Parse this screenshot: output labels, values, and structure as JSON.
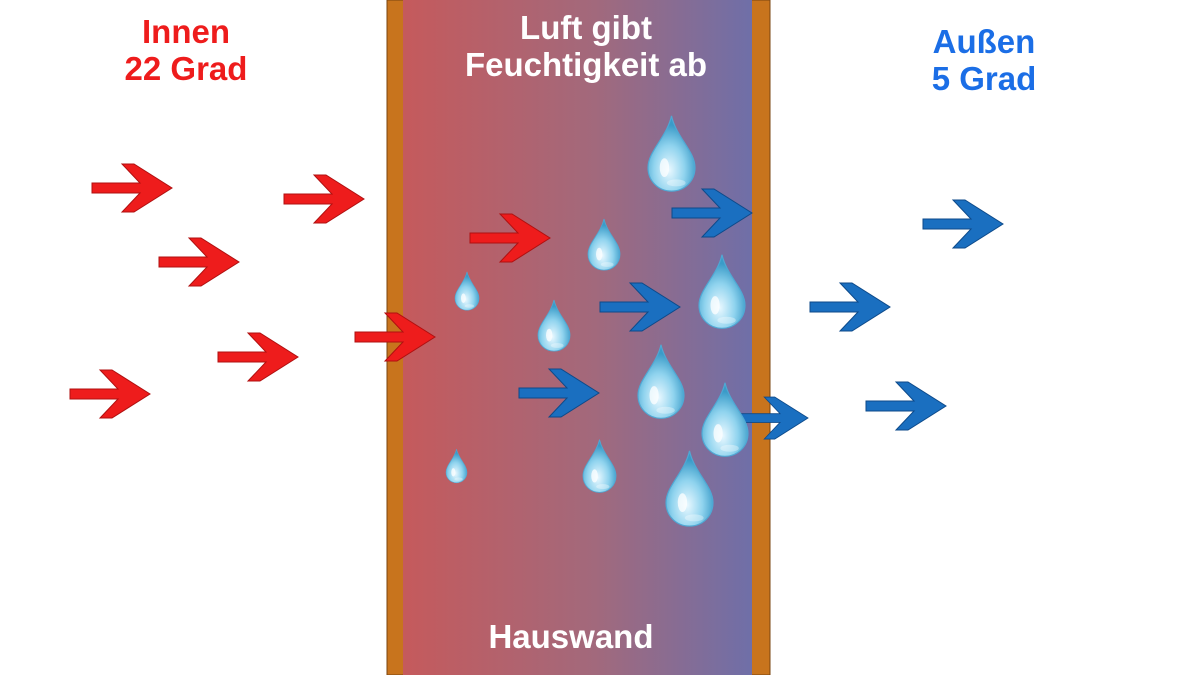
{
  "labels": {
    "inside_line1": "Innen",
    "inside_line2": "22 Grad",
    "outside_line1": "Außen",
    "outside_line2": "5 Grad",
    "moisture_line1": "Luft gibt",
    "moisture_line2": "Feuchtigkeit ab",
    "wall": "Hauswand"
  },
  "colors": {
    "warm": "#ee1c1c",
    "cold": "#1a6fc0",
    "cold_text": "#1b6ee6",
    "wall_frame": "#c8741d",
    "wall_gradient_left": "#c55a5c",
    "wall_gradient_right": "#6f6fa8",
    "drop": "#7fc8e6"
  },
  "icons": {
    "warm_flow": "arrow-right-icon",
    "cold_flow": "arrow-right-icon",
    "moisture": "water-drop-icon"
  }
}
